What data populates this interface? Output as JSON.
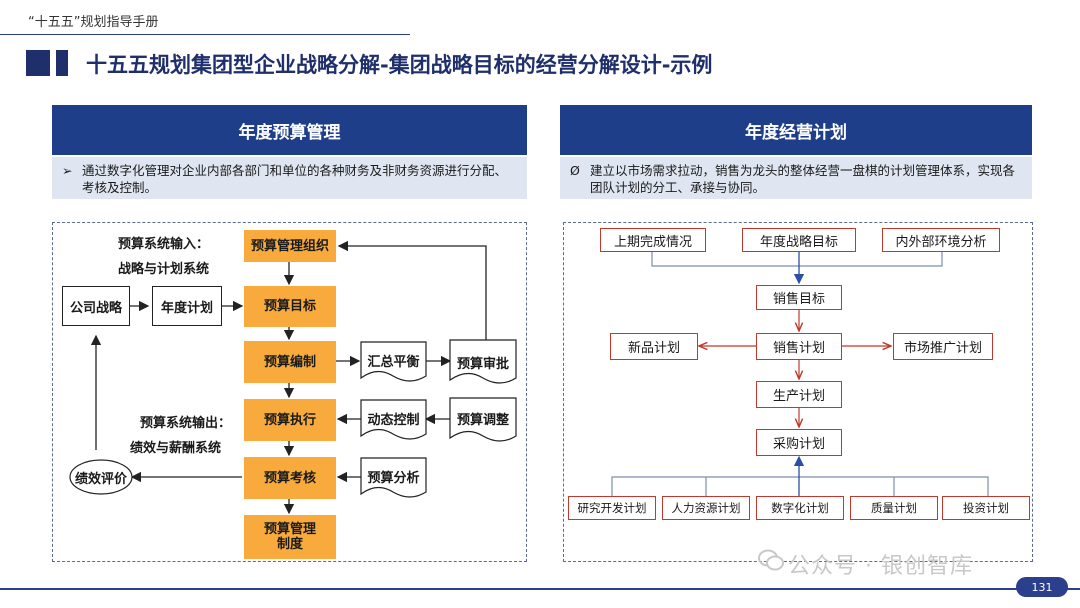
{
  "header": {
    "doc_label": "“十五五”规划指导手册"
  },
  "page_title": "十五五规划集团型企业战略分解-集团战略目标的经营分解设计-示例",
  "left_panel": {
    "heading": "年度预算管理",
    "bullet": "➢",
    "description": "通过数字化管理对企业内部各部门和单位的各种财务及非财务资源进行分配、考核及控制。",
    "input_label_line1": "预算系统输入：",
    "input_label_line2": "战略与计划系统",
    "output_label_line1": "预算系统输出：",
    "output_label_line2": "绩效与薪酬系统",
    "boxes": {
      "org": "预算管理组织",
      "target": "预算目标",
      "compile": "预算编制",
      "execute": "预算执行",
      "assess": "预算考核",
      "system": "预算管理制度",
      "strategy": "公司战略",
      "annual_plan": "年度计划",
      "summary": "汇总平衡",
      "approve": "预算审批",
      "dynamic": "动态控制",
      "adjust": "预算调整",
      "analysis": "预算分析",
      "performance": "绩效评价"
    }
  },
  "right_panel": {
    "heading": "年度经营计划",
    "bullet": "Ø",
    "description": "建立以市场需求拉动，销售为龙头的整体经营一盘棋的计划管理体系，实现各团队计划的分工、承接与协同。",
    "top_inputs": [
      "上期完成情况",
      "年度战略目标",
      "内外部环境分析"
    ],
    "sales_target": "销售目标",
    "sales_plan": "销售计划",
    "new_product": "新品计划",
    "marketing": "市场推广计划",
    "production": "生产计划",
    "purchase": "采购计划",
    "supports": [
      "研究开发计划",
      "人力资源计划",
      "数字化计划",
      "质量计划",
      "投资计划"
    ]
  },
  "footer": {
    "page_number": "131",
    "watermark": "公众号 · 银创智库"
  }
}
